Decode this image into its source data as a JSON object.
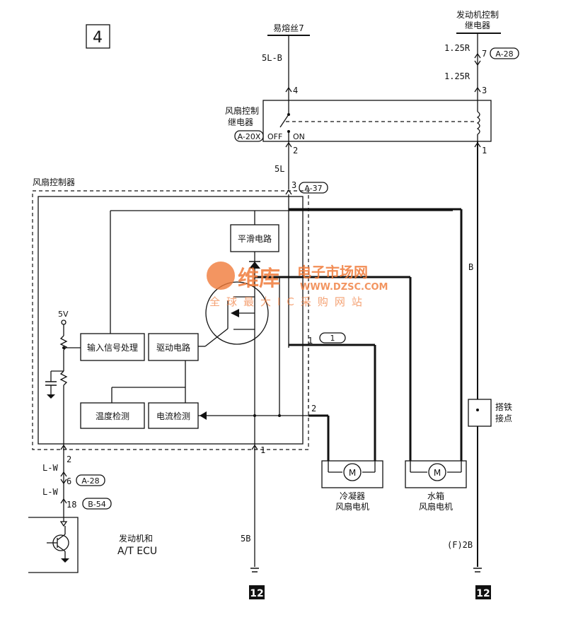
{
  "page_number": "4",
  "labels": {
    "fuse": "易熔丝7",
    "engine_relay_line1": "发动机控制",
    "engine_relay_line2": "继电器",
    "fan_relay_line1": "风扇控制",
    "fan_relay_line2": "继电器",
    "fan_controller": "风扇控制器",
    "smoothing": "平滑电路",
    "input_proc": "输入信号处理",
    "driver": "驱动电路",
    "temp_detect": "温度检测",
    "current_detect": "电流检测",
    "ground_point_line1": "搭铁",
    "ground_point_line2": "接点",
    "condenser_line1": "冷凝器",
    "condenser_line2": "风扇电机",
    "radiator_line1": "水箱",
    "radiator_line2": "风扇电机",
    "ecu_line1": "发动机和",
    "ecu_line2": "A/T ECU",
    "off": "OFF",
    "on": "ON",
    "v5": "5V",
    "motor": "M"
  },
  "connectors": {
    "a28_top": "A-28",
    "a20x": "A-20X",
    "a37": "A-37",
    "c1": "1",
    "a28_bottom": "A-28",
    "b54": "B-54"
  },
  "wires": {
    "w_5lb": "5L-B",
    "w_125r_a": "1.25R",
    "w_125r_b": "1.25R",
    "w_5l": "5L",
    "w_b": "B",
    "w_lw1": "L-W",
    "w_lw2": "L-W",
    "w_5b": "5B",
    "w_f2b": "(F)2B"
  },
  "pins": {
    "p4": "4",
    "p3": "3",
    "p2": "2",
    "p1": "1",
    "p7": "7",
    "p3b": "3",
    "p1c": "1",
    "p2c": "2",
    "p2d": "2",
    "p6": "6",
    "p18": "18",
    "p1d": "1"
  },
  "grounds": {
    "g1": "12",
    "g2": "12"
  },
  "watermark": {
    "brand": "维库",
    "site": "电子市场网",
    "url": "WWW.DZSC.COM",
    "slogan": "全球最大IC采购网站"
  },
  "colors": {
    "ink": "#111111",
    "watermark": "#f07b3a"
  }
}
